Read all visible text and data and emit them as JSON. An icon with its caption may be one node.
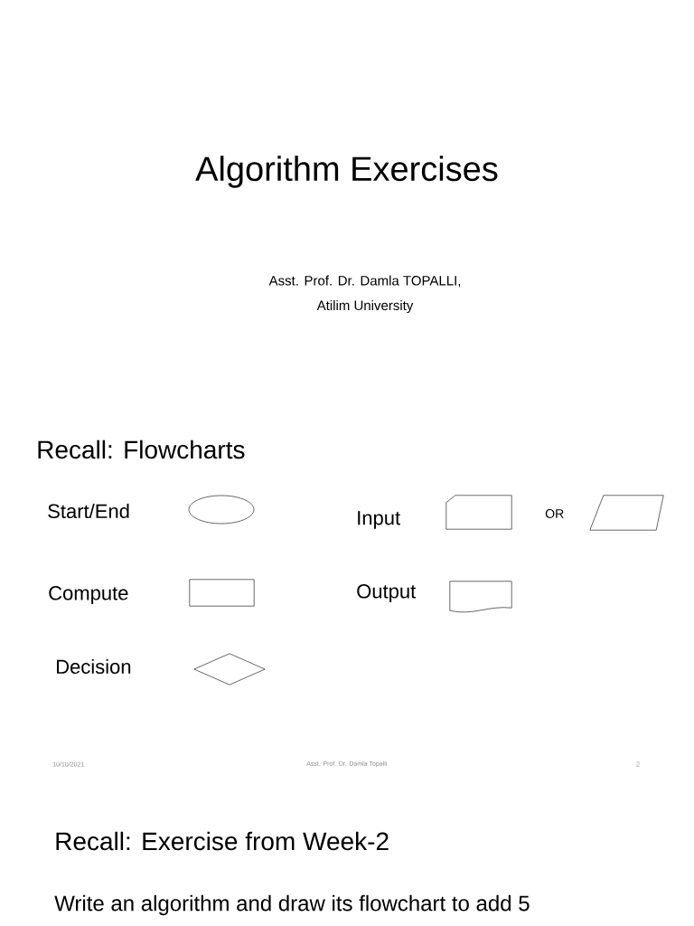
{
  "diagram": {
    "title": "Algorithm Exercises",
    "nodes": [
      {
        "text": [],
        "shape": "ellipse"
      },
      {
        "text": [],
        "shape": "card"
      },
      {
        "text": [],
        "shape": "parallelogram"
      },
      {
        "text": [],
        "shape": "box"
      },
      {
        "text": [],
        "shape": "document"
      },
      {
        "text": [],
        "shape": "diamond"
      }
    ],
    "labels": [
      "Asst. Prof. Dr. Damla TOPALLI,",
      "Atilim University",
      "Recall: Flowcharts",
      "Start/End",
      "Input",
      "OR",
      "Compute",
      "Output",
      "Decision",
      "10/10/2021",
      "Asst. Prof. Dr. Damla Topallı",
      "2",
      "Recall: Exercise from Week-2",
      "Write an algorithm and draw its flowchart to add 5"
    ]
  }
}
